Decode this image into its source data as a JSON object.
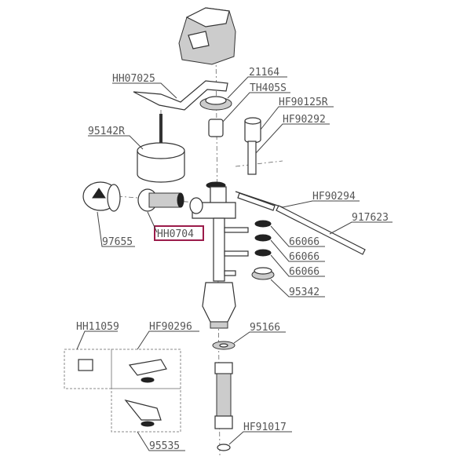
{
  "diagram": {
    "labels": {
      "hh07025": "HH07025",
      "p21164": "21164",
      "th405s": "TH405S",
      "hf90125r": "HF90125R",
      "hf90292": "HF90292",
      "p95142r": "95142R",
      "hf90294": "HF90294",
      "p917623": "917623",
      "p97655": "97655",
      "hh0704": "HH0704",
      "p66066_a": "66066",
      "p66066_b": "66066",
      "p66066_c": "66066",
      "p95342": "95342",
      "p95166": "95166",
      "hh11059": "HH11059",
      "hf90296": "HF90296",
      "hf91017": "HF91017",
      "p95535": "95535"
    },
    "highlight_color": "#9b1b4a"
  }
}
